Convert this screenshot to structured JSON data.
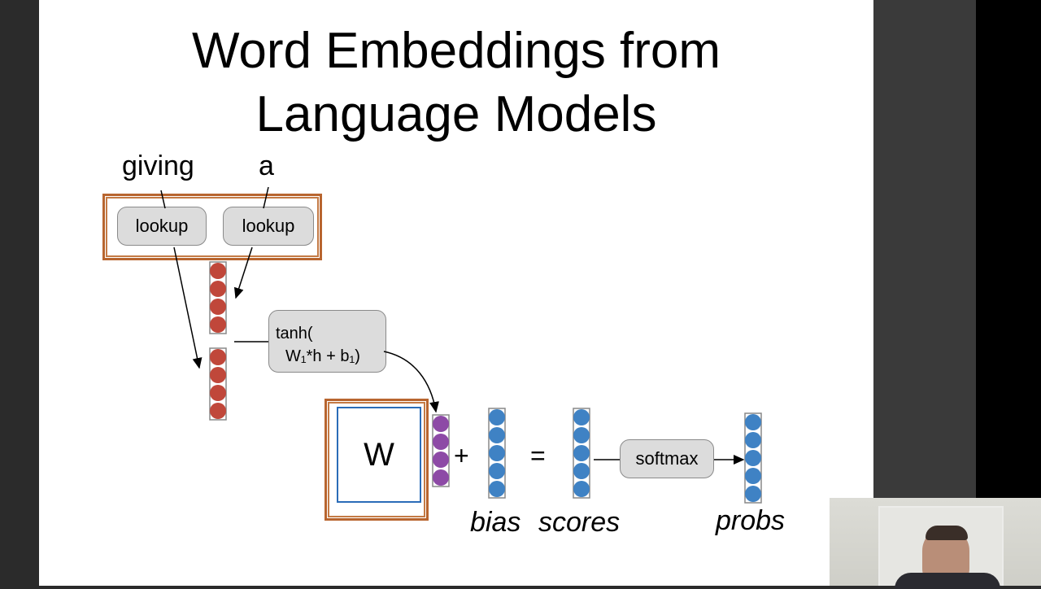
{
  "slide": {
    "title_line1": "Word Embeddings from",
    "title_line2": "Language Models",
    "words": [
      "giving",
      "a"
    ],
    "lookup_label": "lookup",
    "tanh_line1": "tanh(",
    "tanh_line2": "W₁*h + b₁)",
    "w_label": "W",
    "plus": "+",
    "equals": "=",
    "softmax_label": "softmax",
    "bias_label": "bias",
    "scores_label": "scores",
    "probs_label": "probs"
  },
  "colors": {
    "embedding": "#c0473a",
    "hidden": "#8d4aa6",
    "vector": "#3f82c4",
    "frame": "#b8652f",
    "w_border": "#2b6cb8",
    "pill": "#dcdcdc"
  }
}
